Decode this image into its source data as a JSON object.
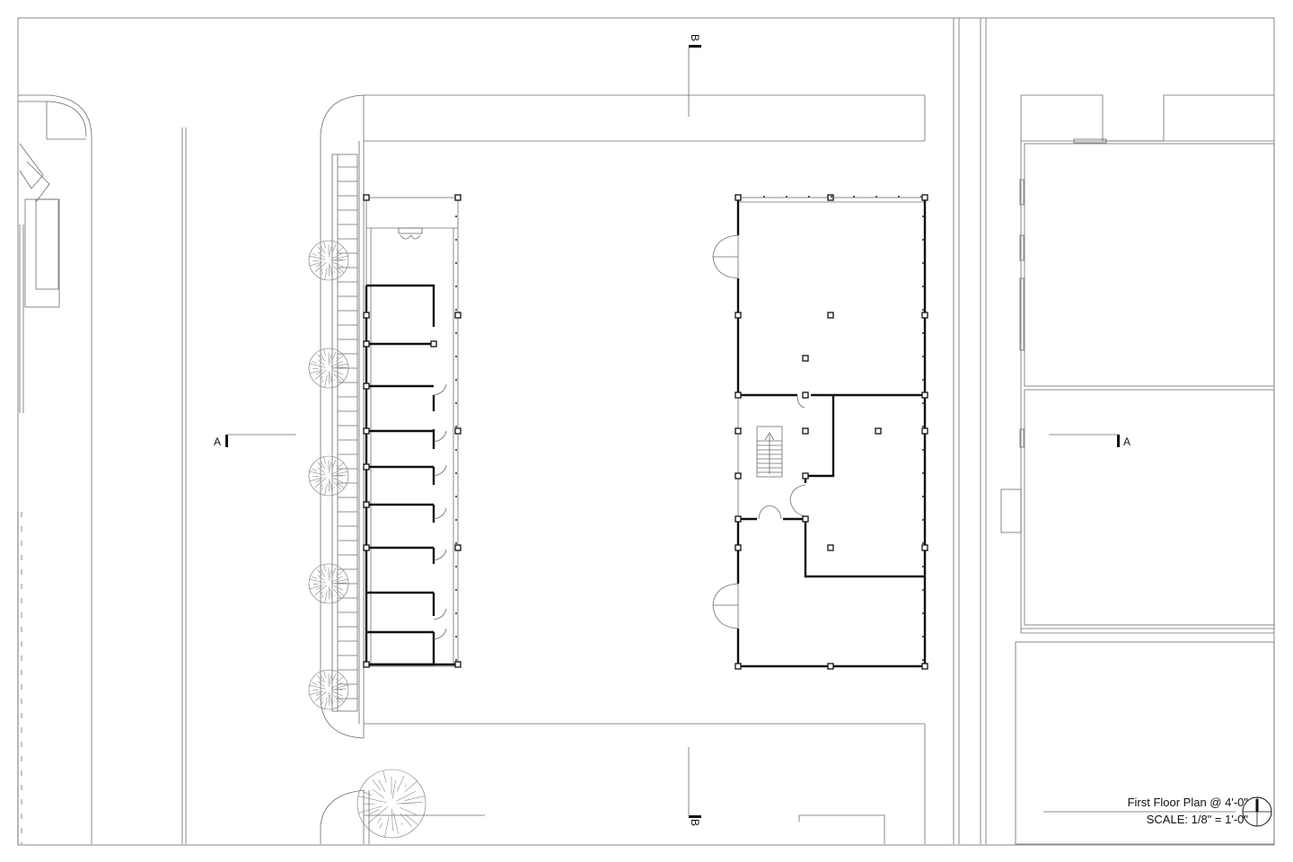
{
  "drawing": {
    "title": "First Floor Plan @ 4'-0\"",
    "scale": "SCALE: 1/8\" = 1'-0\""
  },
  "section_markers": {
    "a_left": "A",
    "a_right": "A",
    "b_top": "B",
    "b_bottom": "B"
  },
  "icons": {
    "north_arrow": "north-arrow-icon",
    "tree": "tree-symbol-icon"
  },
  "colors": {
    "line": "#111111",
    "background": "#ffffff"
  }
}
